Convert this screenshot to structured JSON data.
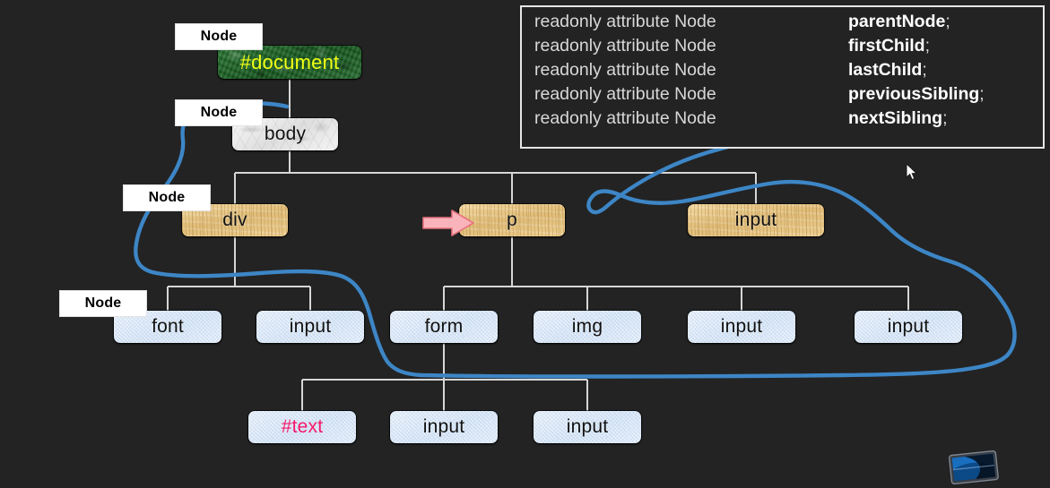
{
  "background_color": "#232323",
  "code_panel": {
    "name": "node-interface-idl",
    "rows": [
      {
        "decl": "readonly attribute Node",
        "prop": "parentNode",
        "semi": ";"
      },
      {
        "decl": "readonly attribute Node",
        "prop": "firstChild",
        "semi": ";"
      },
      {
        "decl": "readonly attribute Node",
        "prop": "lastChild",
        "semi": ";"
      },
      {
        "decl": "readonly attribute Node",
        "prop": "previousSibling",
        "semi": ";"
      },
      {
        "decl": "readonly attribute Node",
        "prop": "nextSibling",
        "semi": ";"
      }
    ]
  },
  "badges": [
    {
      "label": "Node"
    },
    {
      "label": "Node"
    },
    {
      "label": "Node"
    },
    {
      "label": "Node"
    }
  ],
  "tree": {
    "nodes": [
      {
        "id": "document",
        "label": "#document",
        "kind": "document",
        "color": "#f2ff14"
      },
      {
        "id": "body",
        "label": "body",
        "kind": "element-white"
      },
      {
        "id": "div",
        "label": "div",
        "kind": "element-wood"
      },
      {
        "id": "p",
        "label": "p",
        "kind": "element-wood"
      },
      {
        "id": "input-r3",
        "label": "input",
        "kind": "element-wood"
      },
      {
        "id": "font",
        "label": "font",
        "kind": "leaf"
      },
      {
        "id": "input-a",
        "label": "input",
        "kind": "leaf"
      },
      {
        "id": "form",
        "label": "form",
        "kind": "leaf"
      },
      {
        "id": "img",
        "label": "img",
        "kind": "leaf"
      },
      {
        "id": "input-b",
        "label": "input",
        "kind": "leaf"
      },
      {
        "id": "input-c",
        "label": "input",
        "kind": "leaf"
      },
      {
        "id": "text",
        "label": "#text",
        "kind": "leaf",
        "color": "#f5186a"
      },
      {
        "id": "input-d",
        "label": "input",
        "kind": "leaf"
      },
      {
        "id": "input-e",
        "label": "input",
        "kind": "leaf"
      }
    ]
  },
  "annotations": {
    "loop_color": "#3d86c6",
    "arrow_color": "#f6aeb4",
    "arrow_target": "p",
    "connector_color": "#d6d6d6"
  },
  "taskbar": {
    "monitor_icon": "monitor-icon"
  }
}
